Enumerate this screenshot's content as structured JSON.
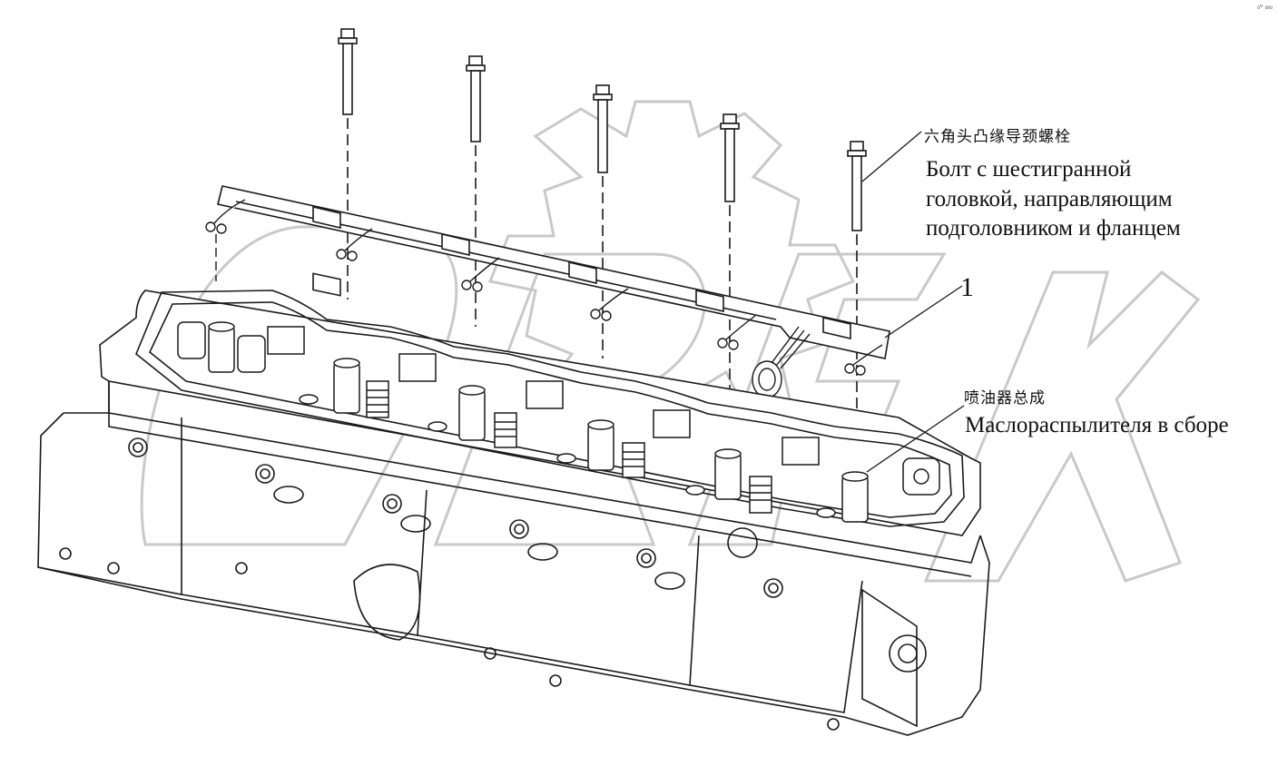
{
  "labels": {
    "bolt_cn": "六角头凸缘导颈螺栓",
    "bolt_ru_1": "Болт с шестигранной",
    "bolt_ru_2": "головкой, направляющим",
    "bolt_ru_3": "подголовником и фланцем",
    "callout_1": "1",
    "injector_cn": "喷油器总成",
    "injector_ru": "Маслораспылителя в сборе"
  },
  "corner_mark": "₀ᴰ ₀₀₀",
  "colors": {
    "line": "#1a1a1a",
    "watermark": "#c8c8c8",
    "background": "#ffffff"
  }
}
